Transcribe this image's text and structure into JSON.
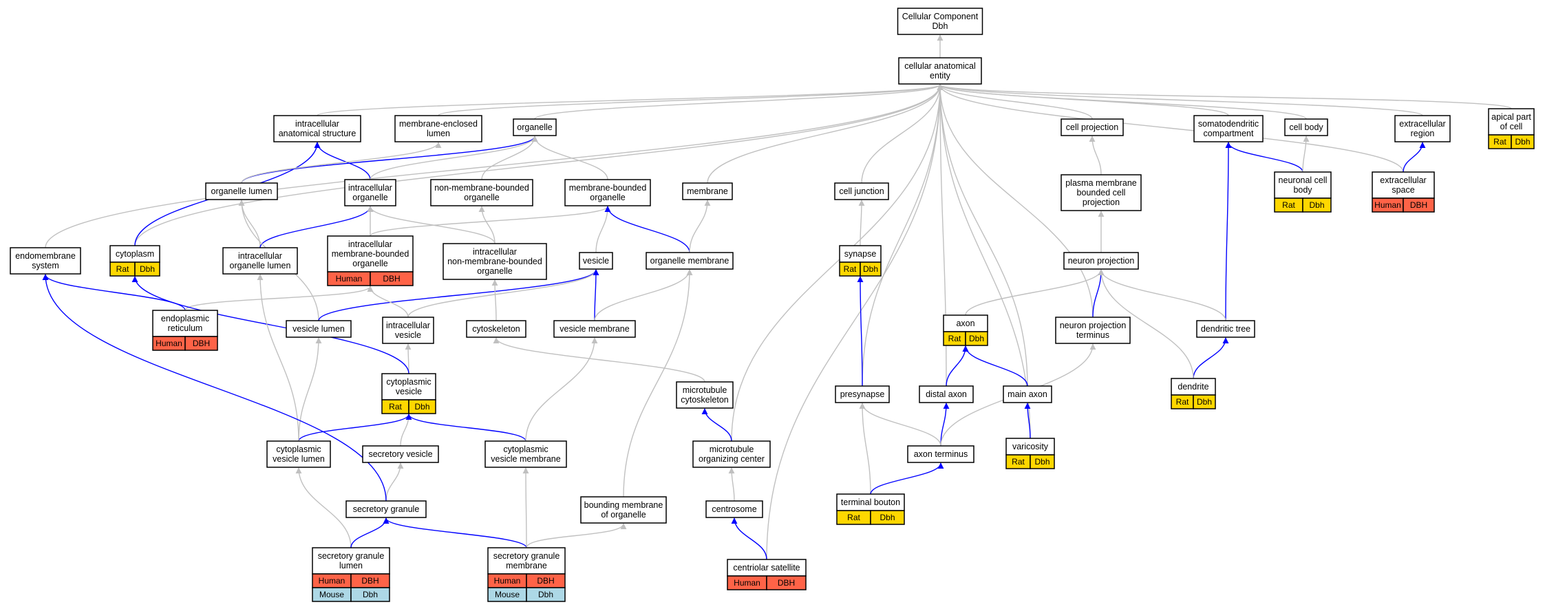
{
  "colors": {
    "rat": "#FFD700",
    "human": "#FF6347",
    "mouse": "#ADD8E6",
    "is_a_edge": "#C0C0C0",
    "part_of_edge": "#0000FF"
  },
  "nodes": [
    {
      "id": "cc",
      "lines": [
        "Cellular Component",
        "Dbh"
      ]
    },
    {
      "id": "cae",
      "lines": [
        "cellular anatomical",
        "entity"
      ]
    },
    {
      "id": "ias",
      "lines": [
        "intracellular",
        "anatomical structure"
      ]
    },
    {
      "id": "mel",
      "lines": [
        "membrane-enclosed",
        "lumen"
      ]
    },
    {
      "id": "org",
      "lines": [
        "organelle"
      ]
    },
    {
      "id": "mem",
      "lines": [
        "membrane"
      ]
    },
    {
      "id": "cproj",
      "lines": [
        "cell projection"
      ]
    },
    {
      "id": "sdc",
      "lines": [
        "somatodendritic",
        "compartment"
      ]
    },
    {
      "id": "cbody",
      "lines": [
        "cell body"
      ]
    },
    {
      "id": "exr",
      "lines": [
        "extracellular",
        "region"
      ]
    },
    {
      "id": "apc",
      "lines": [
        "apical part",
        "of cell"
      ],
      "tags": [
        [
          "Rat",
          "Dbh"
        ]
      ]
    },
    {
      "id": "orglum",
      "lines": [
        "organelle lumen"
      ]
    },
    {
      "id": "iorg",
      "lines": [
        "intracellular",
        "organelle"
      ]
    },
    {
      "id": "nmbo",
      "lines": [
        "non-membrane-bounded",
        "organelle"
      ]
    },
    {
      "id": "mbo",
      "lines": [
        "membrane-bounded",
        "organelle"
      ]
    },
    {
      "id": "cjunc",
      "lines": [
        "cell junction"
      ]
    },
    {
      "id": "pmbcp",
      "lines": [
        "plasma membrane",
        "bounded cell",
        "projection"
      ]
    },
    {
      "id": "ncb",
      "lines": [
        "neuronal cell",
        "body"
      ],
      "tags": [
        [
          "Rat",
          "Dbh"
        ]
      ]
    },
    {
      "id": "exs",
      "lines": [
        "extracellular",
        "space"
      ],
      "tags": [
        [
          "Human",
          "DBH"
        ]
      ]
    },
    {
      "id": "endo",
      "lines": [
        "endomembrane",
        "system"
      ]
    },
    {
      "id": "cyto",
      "lines": [
        "cytoplasm"
      ],
      "tags": [
        [
          "Rat",
          "Dbh"
        ]
      ]
    },
    {
      "id": "iol",
      "lines": [
        "intracellular",
        "organelle lumen"
      ]
    },
    {
      "id": "imbo",
      "lines": [
        "intracellular",
        "membrane-bounded",
        "organelle"
      ],
      "tags": [
        [
          "Human",
          "DBH"
        ]
      ]
    },
    {
      "id": "inmbo",
      "lines": [
        "intracellular",
        "non-membrane-bounded",
        "organelle"
      ]
    },
    {
      "id": "ves",
      "lines": [
        "vesicle"
      ]
    },
    {
      "id": "orgmem",
      "lines": [
        "organelle membrane"
      ]
    },
    {
      "id": "syn",
      "lines": [
        "synapse"
      ],
      "tags": [
        [
          "Rat",
          "Dbh"
        ]
      ]
    },
    {
      "id": "nproj",
      "lines": [
        "neuron projection"
      ]
    },
    {
      "id": "er",
      "lines": [
        "endoplasmic",
        "reticulum"
      ],
      "tags": [
        [
          "Human",
          "DBH"
        ]
      ]
    },
    {
      "id": "veslum",
      "lines": [
        "vesicle lumen"
      ]
    },
    {
      "id": "ives",
      "lines": [
        "intracellular",
        "vesicle"
      ]
    },
    {
      "id": "cytosk",
      "lines": [
        "cytoskeleton"
      ]
    },
    {
      "id": "vesmem",
      "lines": [
        "vesicle membrane"
      ]
    },
    {
      "id": "axon",
      "lines": [
        "axon"
      ],
      "tags": [
        [
          "Rat",
          "Dbh"
        ]
      ]
    },
    {
      "id": "npt",
      "lines": [
        "neuron projection",
        "terminus"
      ]
    },
    {
      "id": "dtree",
      "lines": [
        "dendritic tree"
      ]
    },
    {
      "id": "cves",
      "lines": [
        "cytoplasmic",
        "vesicle"
      ],
      "tags": [
        [
          "Rat",
          "Dbh"
        ]
      ]
    },
    {
      "id": "mtcs",
      "lines": [
        "microtubule",
        "cytoskeleton"
      ]
    },
    {
      "id": "presyn",
      "lines": [
        "presynapse"
      ]
    },
    {
      "id": "distax",
      "lines": [
        "distal axon"
      ]
    },
    {
      "id": "mainax",
      "lines": [
        "main axon"
      ]
    },
    {
      "id": "dend",
      "lines": [
        "dendrite"
      ],
      "tags": [
        [
          "Rat",
          "Dbh"
        ]
      ]
    },
    {
      "id": "cvl",
      "lines": [
        "cytoplasmic",
        "vesicle lumen"
      ]
    },
    {
      "id": "secves",
      "lines": [
        "secretory vesicle"
      ]
    },
    {
      "id": "cvm",
      "lines": [
        "cytoplasmic",
        "vesicle membrane"
      ]
    },
    {
      "id": "mtoc",
      "lines": [
        "microtubule",
        "organizing center"
      ]
    },
    {
      "id": "axterm",
      "lines": [
        "axon terminus"
      ]
    },
    {
      "id": "vari",
      "lines": [
        "varicosity"
      ],
      "tags": [
        [
          "Rat",
          "Dbh"
        ]
      ]
    },
    {
      "id": "secgran",
      "lines": [
        "secretory granule"
      ]
    },
    {
      "id": "bmo",
      "lines": [
        "bounding membrane",
        "of organelle"
      ]
    },
    {
      "id": "centro",
      "lines": [
        "centrosome"
      ]
    },
    {
      "id": "tbouton",
      "lines": [
        "terminal bouton"
      ],
      "tags": [
        [
          "Rat",
          "Dbh"
        ]
      ]
    },
    {
      "id": "sgl",
      "lines": [
        "secretory granule",
        "lumen"
      ],
      "tags": [
        [
          "Human",
          "DBH"
        ],
        [
          "Mouse",
          "Dbh"
        ]
      ]
    },
    {
      "id": "sgm",
      "lines": [
        "secretory granule",
        "membrane"
      ],
      "tags": [
        [
          "Human",
          "DBH"
        ],
        [
          "Mouse",
          "Dbh"
        ]
      ]
    },
    {
      "id": "csat",
      "lines": [
        "centriolar satellite"
      ],
      "tags": [
        [
          "Human",
          "DBH"
        ]
      ]
    }
  ],
  "edges": [
    {
      "from": "cae",
      "to": "cc",
      "type": "is_a"
    },
    {
      "from": "ias",
      "to": "cae",
      "type": "is_a"
    },
    {
      "from": "mel",
      "to": "cae",
      "type": "is_a"
    },
    {
      "from": "org",
      "to": "cae",
      "type": "is_a"
    },
    {
      "from": "mem",
      "to": "cae",
      "type": "is_a"
    },
    {
      "from": "cproj",
      "to": "cae",
      "type": "is_a"
    },
    {
      "from": "sdc",
      "to": "cae",
      "type": "is_a"
    },
    {
      "from": "cbody",
      "to": "cae",
      "type": "is_a"
    },
    {
      "from": "exr",
      "to": "cae",
      "type": "is_a"
    },
    {
      "from": "apc",
      "to": "cae",
      "type": "is_a"
    },
    {
      "from": "endo",
      "to": "cae",
      "type": "is_a"
    },
    {
      "from": "cyto",
      "to": "cae",
      "type": "is_a"
    },
    {
      "from": "cjunc",
      "to": "cae",
      "type": "is_a"
    },
    {
      "from": "exs",
      "to": "cae",
      "type": "is_a"
    },
    {
      "from": "presyn",
      "to": "cae",
      "type": "is_a"
    },
    {
      "from": "distax",
      "to": "cae",
      "type": "is_a"
    },
    {
      "from": "mainax",
      "to": "cae",
      "type": "is_a"
    },
    {
      "from": "npt",
      "to": "cae",
      "type": "is_a"
    },
    {
      "from": "vari",
      "to": "cae",
      "type": "is_a"
    },
    {
      "from": "mtoc",
      "to": "cae",
      "type": "is_a"
    },
    {
      "from": "csat",
      "to": "cae",
      "type": "is_a"
    },
    {
      "from": "cyto",
      "to": "ias",
      "type": "part_of"
    },
    {
      "from": "orglum",
      "to": "org",
      "type": "part_of"
    },
    {
      "from": "iorg",
      "to": "ias",
      "type": "part_of"
    },
    {
      "from": "iorg",
      "to": "org",
      "type": "is_a"
    },
    {
      "from": "nmbo",
      "to": "org",
      "type": "is_a"
    },
    {
      "from": "mbo",
      "to": "org",
      "type": "is_a"
    },
    {
      "from": "orglum",
      "to": "mel",
      "type": "is_a"
    },
    {
      "from": "pmbcp",
      "to": "cproj",
      "type": "is_a"
    },
    {
      "from": "ncb",
      "to": "sdc",
      "type": "part_of"
    },
    {
      "from": "ncb",
      "to": "cbody",
      "type": "is_a"
    },
    {
      "from": "exs",
      "to": "exr",
      "type": "part_of"
    },
    {
      "from": "iol",
      "to": "orglum",
      "type": "is_a"
    },
    {
      "from": "iol",
      "to": "iorg",
      "type": "part_of"
    },
    {
      "from": "imbo",
      "to": "iorg",
      "type": "is_a"
    },
    {
      "from": "imbo",
      "to": "mbo",
      "type": "is_a"
    },
    {
      "from": "inmbo",
      "to": "iorg",
      "type": "is_a"
    },
    {
      "from": "inmbo",
      "to": "nmbo",
      "type": "is_a"
    },
    {
      "from": "ves",
      "to": "mbo",
      "type": "is_a"
    },
    {
      "from": "orgmem",
      "to": "mbo",
      "type": "part_of"
    },
    {
      "from": "orgmem",
      "to": "mem",
      "type": "is_a"
    },
    {
      "from": "syn",
      "to": "cjunc",
      "type": "is_a"
    },
    {
      "from": "nproj",
      "to": "pmbcp",
      "type": "is_a"
    },
    {
      "from": "er",
      "to": "endo",
      "type": "part_of"
    },
    {
      "from": "er",
      "to": "imbo",
      "type": "is_a"
    },
    {
      "from": "veslum",
      "to": "orglum",
      "type": "is_a"
    },
    {
      "from": "veslum",
      "to": "ves",
      "type": "part_of"
    },
    {
      "from": "ives",
      "to": "imbo",
      "type": "is_a"
    },
    {
      "from": "ives",
      "to": "ves",
      "type": "is_a"
    },
    {
      "from": "cytosk",
      "to": "inmbo",
      "type": "is_a"
    },
    {
      "from": "vesmem",
      "to": "ves",
      "type": "part_of"
    },
    {
      "from": "vesmem",
      "to": "orgmem",
      "type": "is_a"
    },
    {
      "from": "axon",
      "to": "nproj",
      "type": "is_a"
    },
    {
      "from": "npt",
      "to": "nproj",
      "type": "part_of"
    },
    {
      "from": "dtree",
      "to": "sdc",
      "type": "part_of"
    },
    {
      "from": "dtree",
      "to": "nproj",
      "type": "is_a"
    },
    {
      "from": "cves",
      "to": "ives",
      "type": "is_a"
    },
    {
      "from": "cves",
      "to": "cyto",
      "type": "part_of"
    },
    {
      "from": "mtcs",
      "to": "cytosk",
      "type": "is_a"
    },
    {
      "from": "presyn",
      "to": "syn",
      "type": "part_of"
    },
    {
      "from": "distax",
      "to": "axon",
      "type": "part_of"
    },
    {
      "from": "mainax",
      "to": "axon",
      "type": "part_of"
    },
    {
      "from": "dend",
      "to": "dtree",
      "type": "part_of"
    },
    {
      "from": "dend",
      "to": "nproj",
      "type": "is_a"
    },
    {
      "from": "cvl",
      "to": "veslum",
      "type": "is_a"
    },
    {
      "from": "cvl",
      "to": "cves",
      "type": "part_of"
    },
    {
      "from": "cvl",
      "to": "iol",
      "type": "is_a"
    },
    {
      "from": "secves",
      "to": "cves",
      "type": "is_a"
    },
    {
      "from": "cvm",
      "to": "cves",
      "type": "part_of"
    },
    {
      "from": "cvm",
      "to": "vesmem",
      "type": "is_a"
    },
    {
      "from": "mtoc",
      "to": "mtcs",
      "type": "part_of"
    },
    {
      "from": "axterm",
      "to": "distax",
      "type": "part_of"
    },
    {
      "from": "axterm",
      "to": "npt",
      "type": "is_a"
    },
    {
      "from": "axterm",
      "to": "presyn",
      "type": "is_a"
    },
    {
      "from": "vari",
      "to": "mainax",
      "type": "part_of"
    },
    {
      "from": "secgran",
      "to": "secves",
      "type": "is_a"
    },
    {
      "from": "secgran",
      "to": "endo",
      "type": "part_of"
    },
    {
      "from": "bmo",
      "to": "orgmem",
      "type": "is_a"
    },
    {
      "from": "centro",
      "to": "mtoc",
      "type": "is_a"
    },
    {
      "from": "tbouton",
      "to": "presyn",
      "type": "is_a"
    },
    {
      "from": "tbouton",
      "to": "axterm",
      "type": "part_of"
    },
    {
      "from": "sgl",
      "to": "cvl",
      "type": "is_a"
    },
    {
      "from": "sgl",
      "to": "secgran",
      "type": "part_of"
    },
    {
      "from": "sgm",
      "to": "cvm",
      "type": "is_a"
    },
    {
      "from": "sgm",
      "to": "secgran",
      "type": "part_of"
    },
    {
      "from": "sgm",
      "to": "bmo",
      "type": "is_a"
    },
    {
      "from": "csat",
      "to": "centro",
      "type": "part_of"
    }
  ]
}
